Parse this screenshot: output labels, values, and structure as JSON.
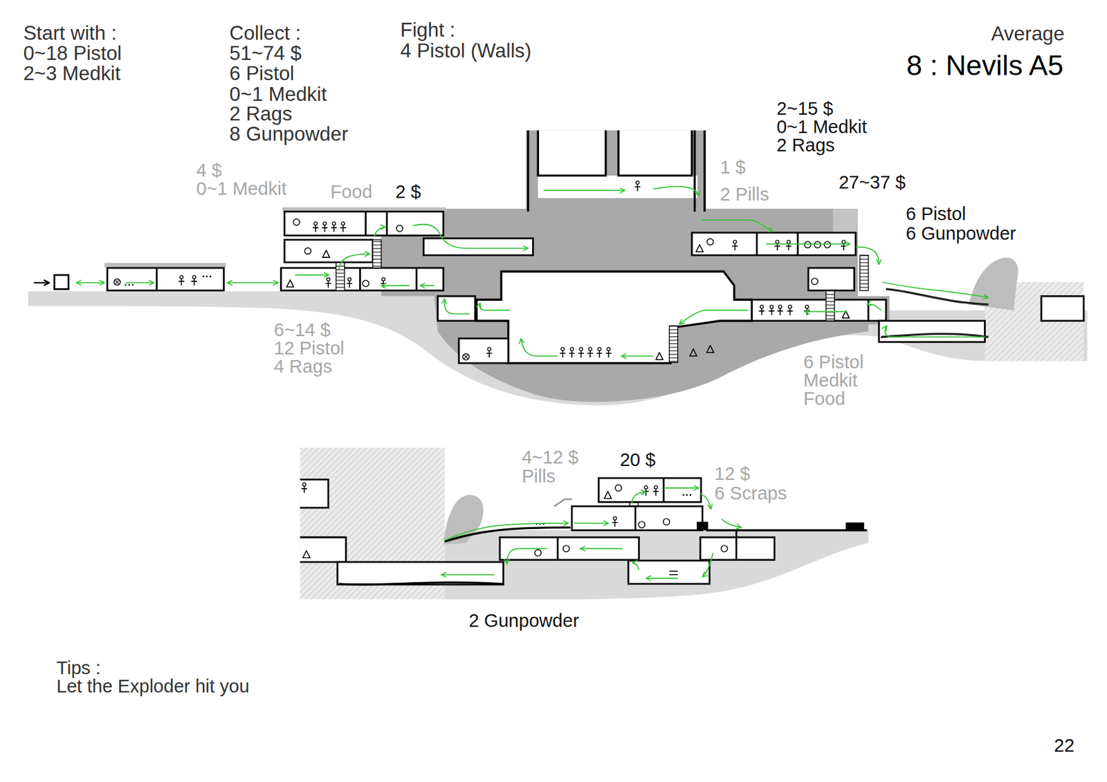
{
  "diagram": {
    "title": "8 : Nevils A5",
    "labels": [
      "Start with :",
      "0~18 Pistol",
      "2~3 Medkit",
      "Collect :",
      "51~74 $",
      "6 Pistol",
      "0~1 Medkit",
      "2 Rags",
      "8 Gunpowder",
      "Fight :",
      "4 Pistol (Walls)",
      "Average",
      "4 $",
      "0~1 Medkit",
      "Food",
      "2 $",
      "2~15 $",
      "0~1 Medkit",
      "2 Rags",
      "1 $",
      "2 Pills",
      "27~37 $",
      "6 Pistol",
      "6 Gunpowder",
      "6~14 $",
      "12 Pistol",
      "4 Rags",
      "6 Pistol",
      "Medkit",
      "Food",
      "4~12 $",
      "Pills",
      "20 $",
      "12 $",
      "6 Scraps",
      "2 Gunpowder",
      "Tips :",
      "Let the Exploder hit you",
      "22"
    ]
  }
}
